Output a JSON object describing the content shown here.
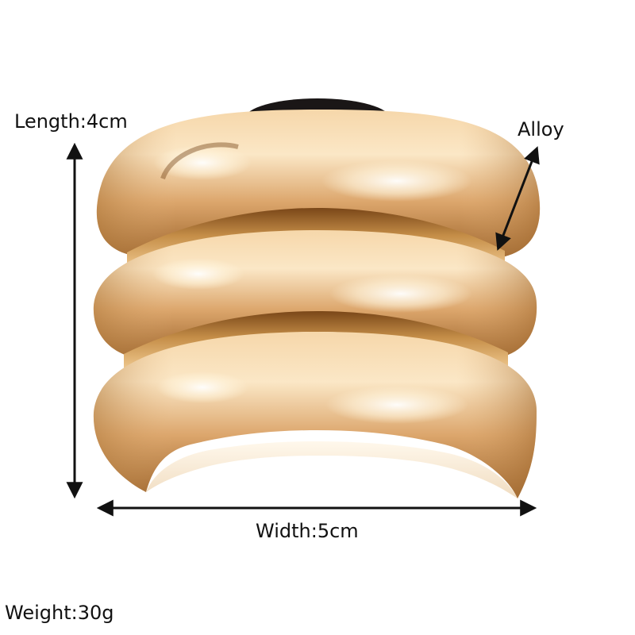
{
  "labels": {
    "length": "Length:4cm",
    "width": "Width:5cm",
    "weight": "Weight:30g",
    "material": "Alloy"
  },
  "colors": {
    "background": "#ffffff",
    "gold_light": "#fbe7c6",
    "gold_mid": "#dca66c",
    "gold_dark": "#8a5422",
    "band_inner": "#a56b2e",
    "cushion": "#1a1616",
    "arrow": "#111111"
  }
}
